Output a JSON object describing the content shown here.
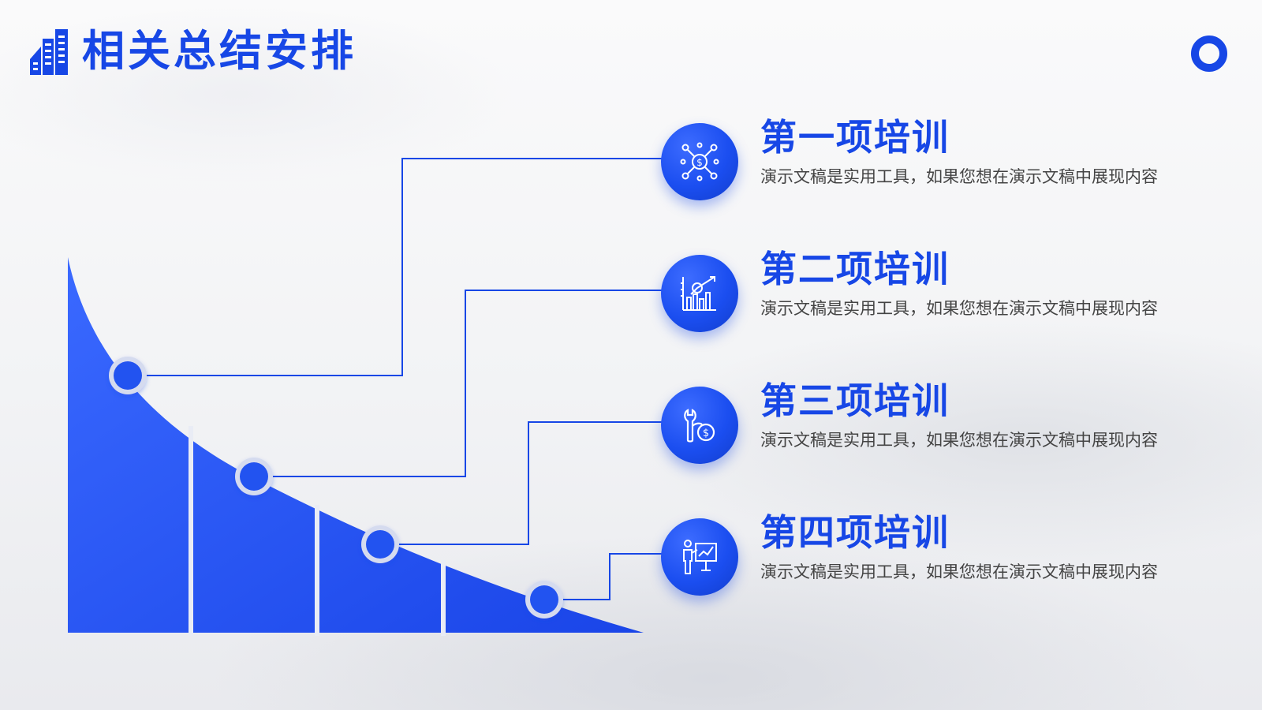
{
  "header": {
    "title": "相关总结安排"
  },
  "items": [
    {
      "title": "第一项培训",
      "description": "演示文稿是实用工具，如果您想在演示文稿中展现内容",
      "icon": "money-network-icon"
    },
    {
      "title": "第二项培训",
      "description": "演示文稿是实用工具，如果您想在演示文稿中展现内容",
      "icon": "growth-chart-icon"
    },
    {
      "title": "第三项培训",
      "description": "演示文稿是实用工具，如果您想在演示文稿中展现内容",
      "icon": "wrench-dollar-icon"
    },
    {
      "title": "第四项培训",
      "description": "演示文稿是实用工具，如果您想在演示文稿中展现内容",
      "icon": "presenter-board-icon"
    }
  ],
  "colors": {
    "accent": "#1747e6",
    "accent_light": "#3d6cff",
    "text": "#444444"
  }
}
